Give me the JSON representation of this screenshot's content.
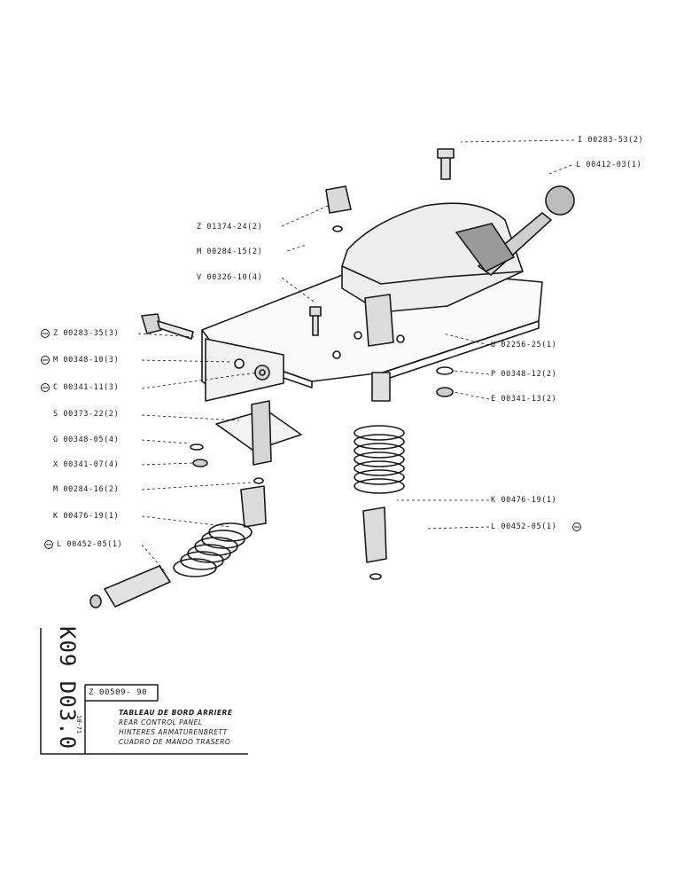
{
  "parts": [
    {
      "code": "I 00283-53(2)"
    },
    {
      "code": "L 00412-03(1)"
    },
    {
      "code": "Z 01374-24(2)"
    },
    {
      "code": "M 00284-15(2)"
    },
    {
      "code": "V 00326-10(4)"
    },
    {
      "code": "Z 00283-35(3)"
    },
    {
      "code": "M 00348-10(3)"
    },
    {
      "code": "C 00341-11(3)"
    },
    {
      "code": "S 00373-22(2)"
    },
    {
      "code": "G 00348-05(4)"
    },
    {
      "code": "X 00341-07(4)"
    },
    {
      "code": "M 00284-16(2)"
    },
    {
      "code": "K 00476-19(1)"
    },
    {
      "code": "L 00452-05(1)"
    },
    {
      "code": "U 02256-25(1)"
    },
    {
      "code": "P 00348-12(2)"
    },
    {
      "code": "E 00341-13(2)"
    },
    {
      "code": "K 00476-19(1)"
    },
    {
      "code": "L 00452-05(1)"
    }
  ],
  "title_block": {
    "side_code": "K09 D03.0",
    "doc_number": "Z 00509- 90",
    "date": "10-71",
    "titles": [
      "TABLEAU DE BORD ARRIERE",
      "REAR CONTROL PANEL",
      "HINTERES ARMATURENBRETT",
      "CUADRO DE MANDO TRASERO"
    ]
  }
}
